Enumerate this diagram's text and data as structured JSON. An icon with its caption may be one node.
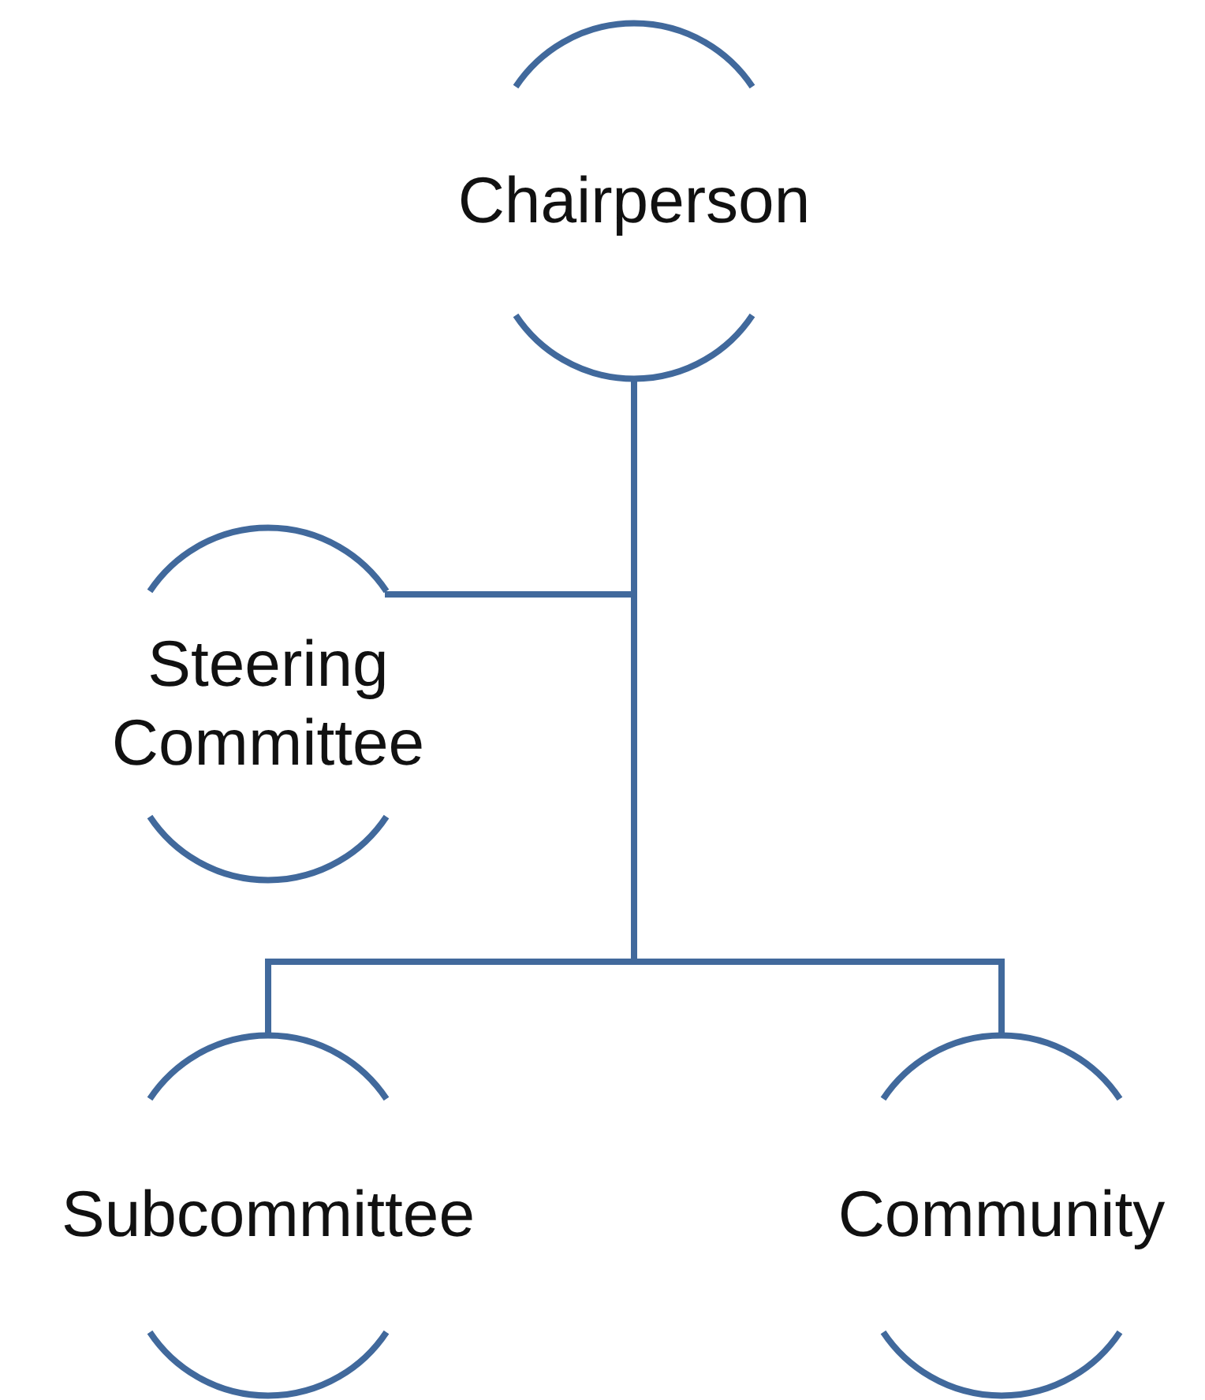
{
  "diagram": {
    "nodes": [
      {
        "text": [
          "Chairperson"
        ]
      },
      {
        "text": [
          "Steering Committee"
        ]
      },
      {
        "text": [
          "Subcommittee"
        ]
      },
      {
        "text": [
          "Community"
        ]
      }
    ],
    "edges": [
      {
        "from": 0,
        "to": 1,
        "arrow": "none"
      },
      {
        "from": 0,
        "to": 2,
        "arrow": "none"
      },
      {
        "from": 0,
        "to": 3,
        "arrow": "none"
      }
    ]
  }
}
